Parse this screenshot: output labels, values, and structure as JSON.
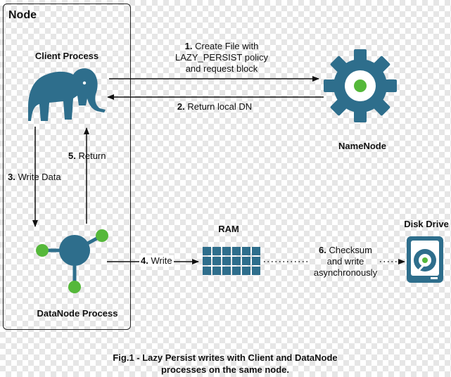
{
  "node_title": "Node",
  "client_process": "Client Process",
  "namenode": "NameNode",
  "datanode_process": "DataNode Process",
  "ram": "RAM",
  "disk_drive": "Disk Drive",
  "steps": {
    "step1": {
      "num": "1.",
      "line1": "Create File with",
      "line2": "LAZY_PERSIST policy",
      "line3": "and request block"
    },
    "step2": {
      "num": "2.",
      "text": "Return local DN"
    },
    "step3": {
      "num": "3.",
      "text": "Write Data"
    },
    "step4": {
      "num": "4.",
      "text": "Write"
    },
    "step5": {
      "num": "5.",
      "text": "Return"
    },
    "step6": {
      "num": "6.",
      "line1": "Checksum",
      "line2": "and write",
      "line3": "asynchronously"
    }
  },
  "caption": {
    "line1": "Fig.1 - Lazy Persist writes with Client and DataNode",
    "line2": "processes on the same node."
  },
  "colors": {
    "icon_blue": "#2e6e8c",
    "accent_green": "#55b83a",
    "ram_cell": "#2e6e8c",
    "arrow": "#111111"
  }
}
